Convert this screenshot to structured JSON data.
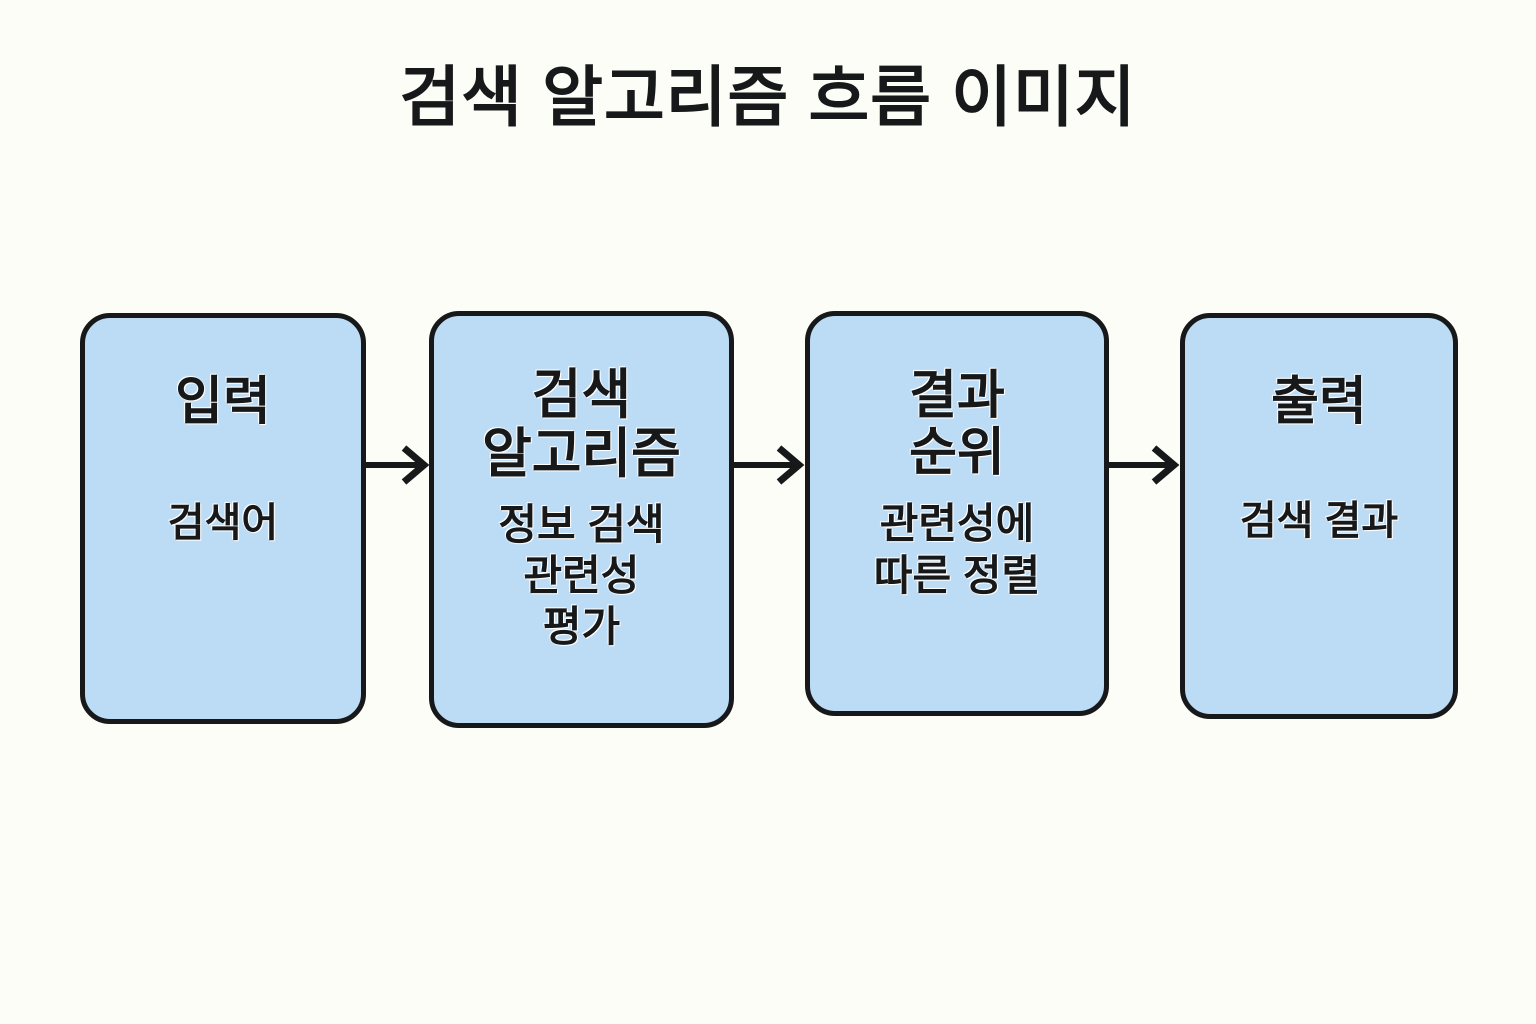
{
  "page": {
    "title": "검색 알고리즘 흐름 이미지",
    "background_color": "#fdfdf7"
  },
  "diagram": {
    "type": "flowchart",
    "orientation": "left-to-right",
    "node_fill_color": "#bcdcf5",
    "node_border_color": "#17181a",
    "arrow_color": "#17181a",
    "nodes": [
      {
        "id": "input",
        "title": "입력",
        "subtitle": "검색어"
      },
      {
        "id": "search-algorithm",
        "title": "검색\n알고리즘",
        "subtitle": "정보 검색\n관련성\n평가"
      },
      {
        "id": "result-ranking",
        "title": "결과\n순위",
        "subtitle": "관련성에\n따른 정렬"
      },
      {
        "id": "output",
        "title": "출력",
        "subtitle": "검색 결과"
      }
    ],
    "arrows": [
      {
        "id": "arrow-input-to-algorithm",
        "from": "input",
        "to": "search-algorithm",
        "glyph": "arrow-right-icon"
      },
      {
        "id": "arrow-algorithm-to-ranking",
        "from": "search-algorithm",
        "to": "result-ranking",
        "glyph": "arrow-right-icon"
      },
      {
        "id": "arrow-ranking-to-output",
        "from": "result-ranking",
        "to": "output",
        "glyph": "arrow-right-icon"
      }
    ]
  },
  "chart_data": {
    "type": "diagram",
    "title": "검색 알고리즘 흐름 이미지",
    "stages": [
      "입력",
      "검색 알고리즘",
      "결과 순위",
      "출력"
    ],
    "stage_details": [
      "검색어",
      "정보 검색 관련성 평가",
      "관련성에 따른 정렬",
      "검색 결과"
    ],
    "edges": [
      [
        "입력",
        "검색 알고리즘"
      ],
      [
        "검색 알고리즘",
        "결과 순위"
      ],
      [
        "결과 순위",
        "출력"
      ]
    ]
  }
}
